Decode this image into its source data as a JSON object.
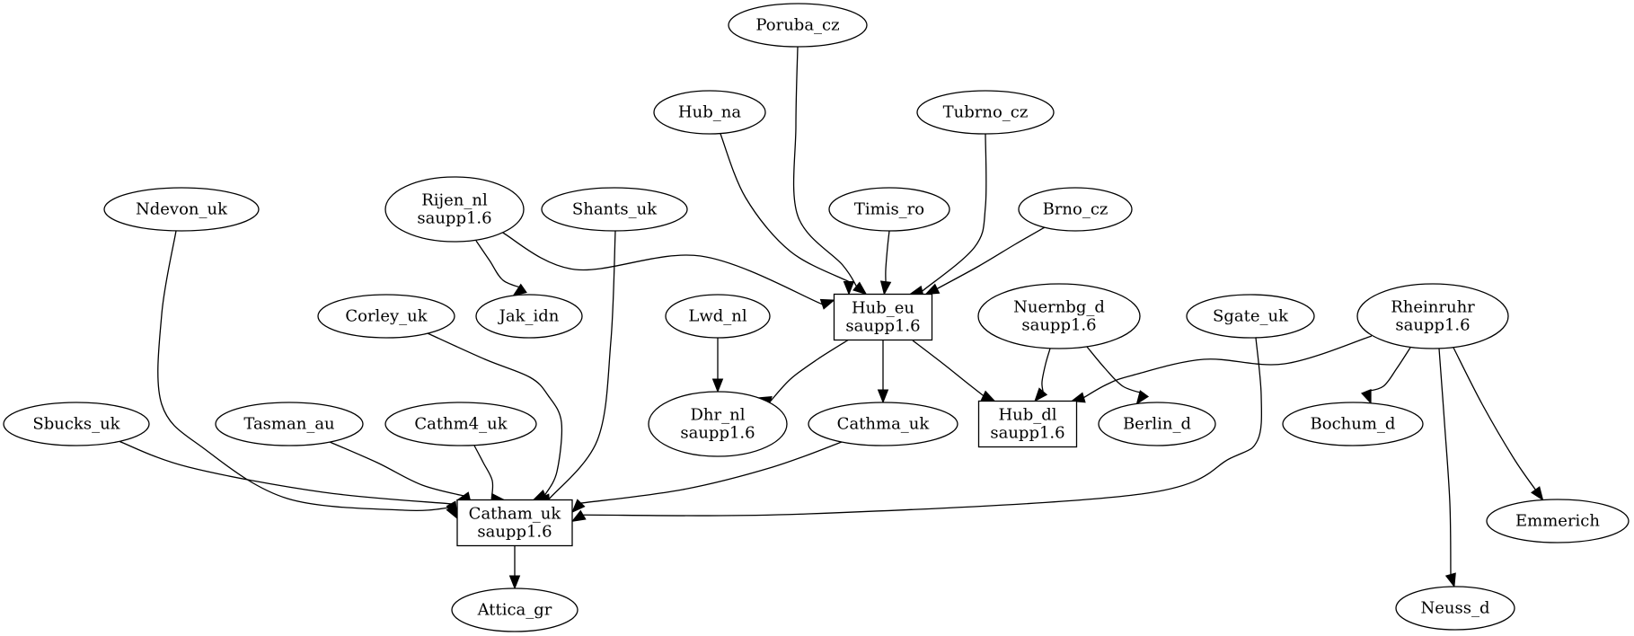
{
  "diagram": {
    "type": "directed-graph",
    "background": "#ffffff",
    "stroke_color": "#000000",
    "nodes": [
      {
        "id": "Poruba_cz",
        "lines": [
          "Poruba_cz"
        ],
        "shape": "ellipse"
      },
      {
        "id": "Hub_na",
        "lines": [
          "Hub_na"
        ],
        "shape": "ellipse"
      },
      {
        "id": "Tubrno_cz",
        "lines": [
          "Tubrno_cz"
        ],
        "shape": "ellipse"
      },
      {
        "id": "Ndevon_uk",
        "lines": [
          "Ndevon_uk"
        ],
        "shape": "ellipse"
      },
      {
        "id": "Rijen_nl",
        "lines": [
          "Rijen_nl",
          "saupp1.6"
        ],
        "shape": "ellipse"
      },
      {
        "id": "Shants_uk",
        "lines": [
          "Shants_uk"
        ],
        "shape": "ellipse"
      },
      {
        "id": "Timis_ro",
        "lines": [
          "Timis_ro"
        ],
        "shape": "ellipse"
      },
      {
        "id": "Brno_cz",
        "lines": [
          "Brno_cz"
        ],
        "shape": "ellipse"
      },
      {
        "id": "Corley_uk",
        "lines": [
          "Corley_uk"
        ],
        "shape": "ellipse"
      },
      {
        "id": "Jak_idn",
        "lines": [
          "Jak_idn"
        ],
        "shape": "ellipse"
      },
      {
        "id": "Lwd_nl",
        "lines": [
          "Lwd_nl"
        ],
        "shape": "ellipse"
      },
      {
        "id": "Hub_eu",
        "lines": [
          "Hub_eu",
          "saupp1.6"
        ],
        "shape": "box"
      },
      {
        "id": "Nuernbg_d",
        "lines": [
          "Nuernbg_d",
          "saupp1.6"
        ],
        "shape": "ellipse"
      },
      {
        "id": "Sgate_uk",
        "lines": [
          "Sgate_uk"
        ],
        "shape": "ellipse"
      },
      {
        "id": "Rheinruhr",
        "lines": [
          "Rheinruhr",
          "saupp1.6"
        ],
        "shape": "ellipse"
      },
      {
        "id": "Sbucks_uk",
        "lines": [
          "Sbucks_uk"
        ],
        "shape": "ellipse"
      },
      {
        "id": "Tasman_au",
        "lines": [
          "Tasman_au"
        ],
        "shape": "ellipse"
      },
      {
        "id": "Cathm4_uk",
        "lines": [
          "Cathm4_uk"
        ],
        "shape": "ellipse"
      },
      {
        "id": "Dhr_nl",
        "lines": [
          "Dhr_nl",
          "saupp1.6"
        ],
        "shape": "ellipse"
      },
      {
        "id": "Cathma_uk",
        "lines": [
          "Cathma_uk"
        ],
        "shape": "ellipse"
      },
      {
        "id": "Hub_dl",
        "lines": [
          "Hub_dl",
          "saupp1.6"
        ],
        "shape": "box"
      },
      {
        "id": "Berlin_d",
        "lines": [
          "Berlin_d"
        ],
        "shape": "ellipse"
      },
      {
        "id": "Bochum_d",
        "lines": [
          "Bochum_d"
        ],
        "shape": "ellipse"
      },
      {
        "id": "Catham_uk",
        "lines": [
          "Catham_uk",
          "saupp1.6"
        ],
        "shape": "box"
      },
      {
        "id": "Emmerich",
        "lines": [
          "Emmerich"
        ],
        "shape": "ellipse"
      },
      {
        "id": "Attica_gr",
        "lines": [
          "Attica_gr"
        ],
        "shape": "ellipse"
      },
      {
        "id": "Neuss_d",
        "lines": [
          "Neuss_d"
        ],
        "shape": "ellipse"
      }
    ],
    "edges": [
      {
        "from": "Poruba_cz",
        "to": "Hub_eu"
      },
      {
        "from": "Hub_na",
        "to": "Hub_eu"
      },
      {
        "from": "Tubrno_cz",
        "to": "Hub_eu"
      },
      {
        "from": "Rijen_nl",
        "to": "Hub_eu"
      },
      {
        "from": "Timis_ro",
        "to": "Hub_eu"
      },
      {
        "from": "Brno_cz",
        "to": "Hub_eu"
      },
      {
        "from": "Rijen_nl",
        "to": "Jak_idn"
      },
      {
        "from": "Lwd_nl",
        "to": "Dhr_nl"
      },
      {
        "from": "Hub_eu",
        "to": "Dhr_nl"
      },
      {
        "from": "Hub_eu",
        "to": "Cathma_uk"
      },
      {
        "from": "Hub_eu",
        "to": "Hub_dl"
      },
      {
        "from": "Nuernbg_d",
        "to": "Hub_dl"
      },
      {
        "from": "Nuernbg_d",
        "to": "Berlin_d"
      },
      {
        "from": "Rheinruhr",
        "to": "Hub_dl"
      },
      {
        "from": "Rheinruhr",
        "to": "Bochum_d"
      },
      {
        "from": "Rheinruhr",
        "to": "Emmerich"
      },
      {
        "from": "Rheinruhr",
        "to": "Neuss_d"
      },
      {
        "from": "Ndevon_uk",
        "to": "Catham_uk"
      },
      {
        "from": "Sbucks_uk",
        "to": "Catham_uk"
      },
      {
        "from": "Tasman_au",
        "to": "Catham_uk"
      },
      {
        "from": "Cathm4_uk",
        "to": "Catham_uk"
      },
      {
        "from": "Corley_uk",
        "to": "Catham_uk"
      },
      {
        "from": "Shants_uk",
        "to": "Catham_uk"
      },
      {
        "from": "Cathma_uk",
        "to": "Catham_uk"
      },
      {
        "from": "Sgate_uk",
        "to": "Catham_uk"
      },
      {
        "from": "Catham_uk",
        "to": "Attica_gr"
      }
    ]
  }
}
